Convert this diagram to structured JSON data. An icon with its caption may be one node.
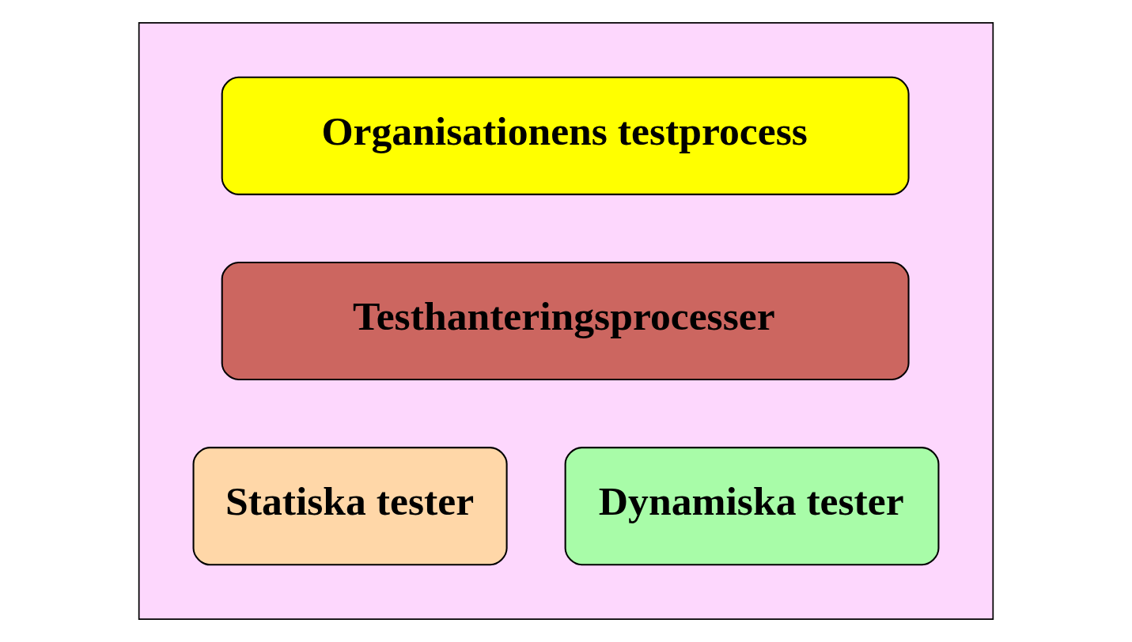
{
  "diagram": {
    "nodes": [
      {
        "text": [],
        "shape": "box"
      },
      {
        "text": [
          "Organisationens testprocess"
        ],
        "in": 0
      },
      {
        "text": [
          "Testhanteringsprocesser"
        ],
        "in": 0
      },
      {
        "text": [
          "Statiska tester"
        ],
        "in": 0
      },
      {
        "text": [
          "Dynamiska tester"
        ],
        "in": 0
      }
    ],
    "edges": []
  }
}
